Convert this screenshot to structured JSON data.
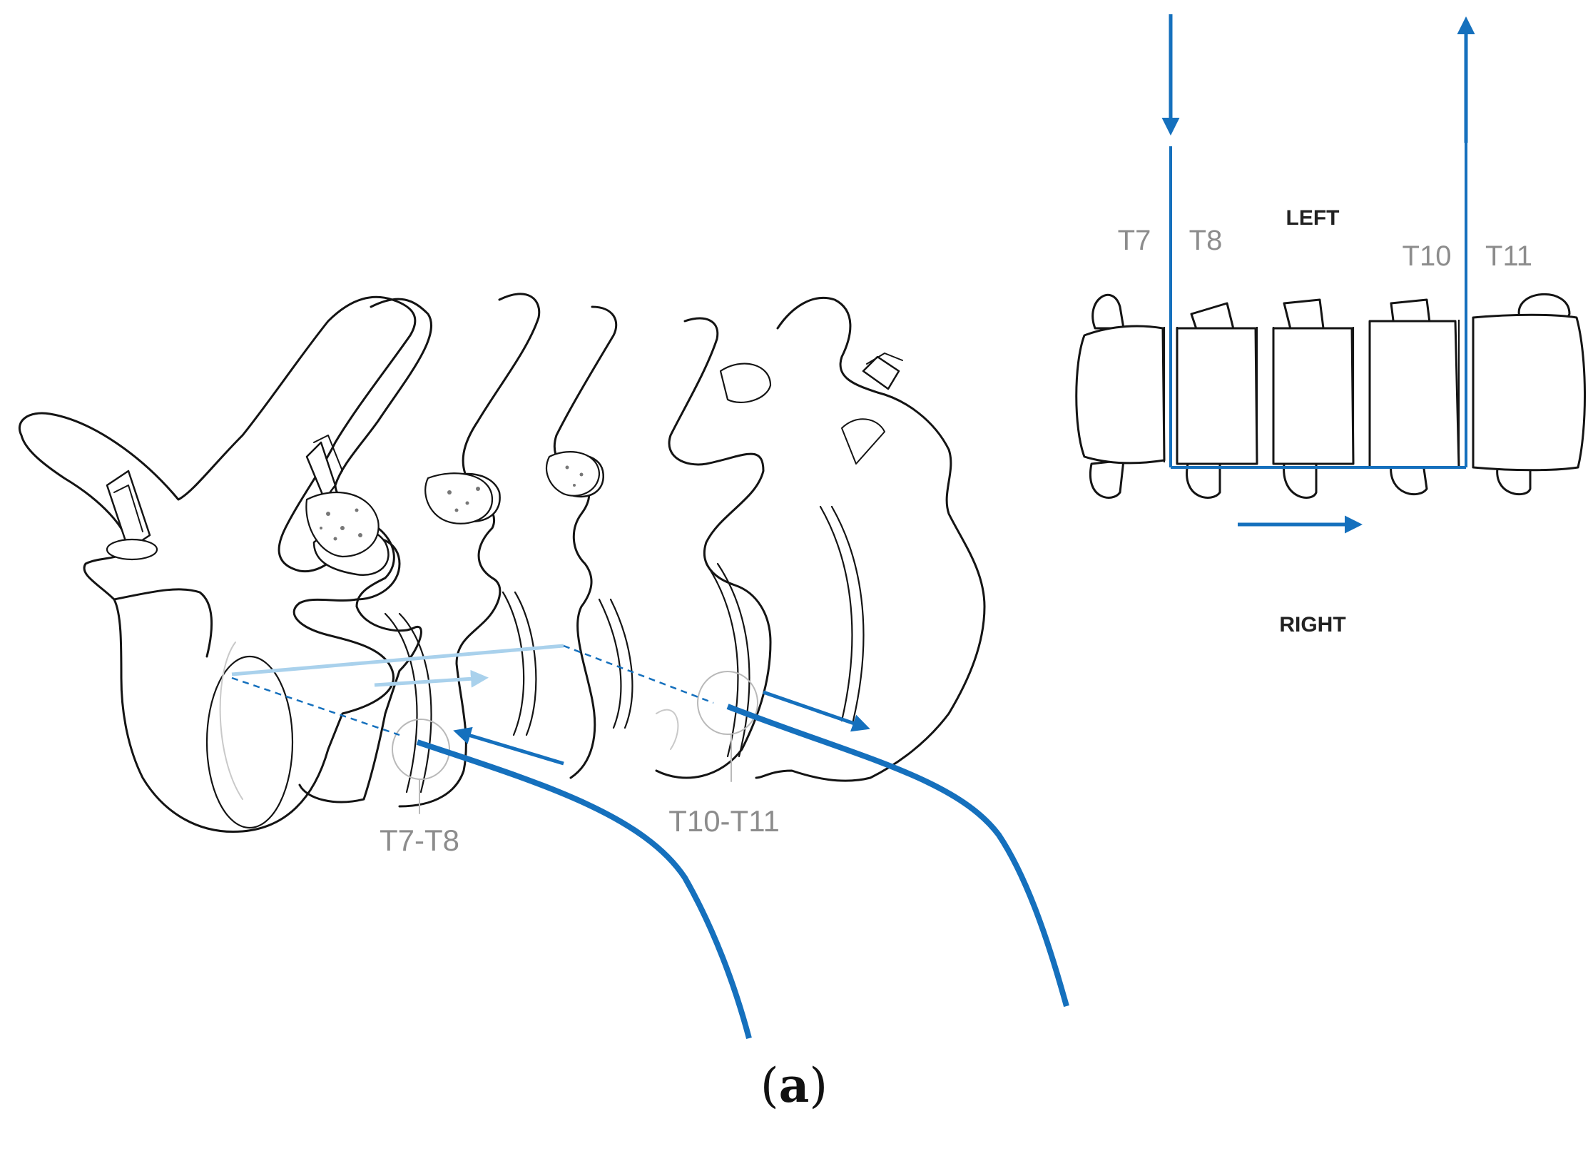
{
  "colors": {
    "line": "#141414",
    "blue": "#1570bd",
    "light_blue": "#a9d1ec",
    "label_gray": "#8c8c8c",
    "bone_fill": "#ffffff"
  },
  "left_view": {
    "labels": {
      "t7_t8": "T7-T8",
      "t10_t11": "T10-T11"
    }
  },
  "right_view": {
    "labels": {
      "left": "LEFT",
      "right": "RIGHT",
      "t7": "T7",
      "t8": "T8",
      "t10": "T10",
      "t11": "T11"
    }
  },
  "caption": {
    "open": "(",
    "letter": "a",
    "close": ")"
  }
}
